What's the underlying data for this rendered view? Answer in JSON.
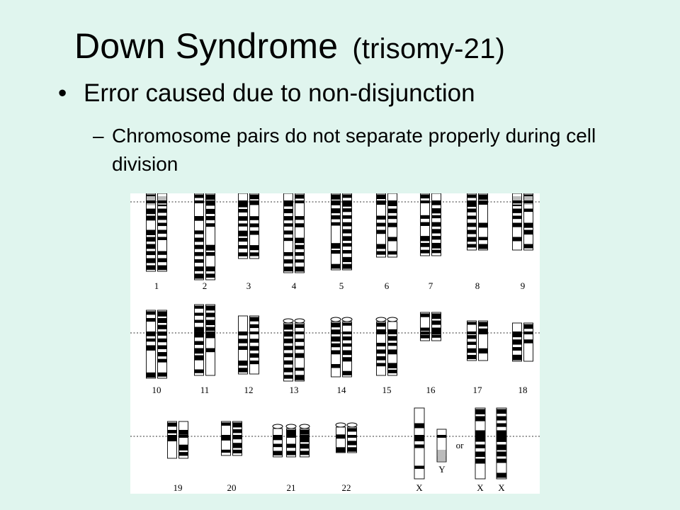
{
  "slide": {
    "title_main": "Down Syndrome",
    "title_sub": "(trisomy-21)",
    "bullet_marker": "•",
    "bullet_1": "Error caused due to non-disjunction",
    "sub_marker": "–",
    "bullet_2": "Chromosome pairs do not separate properly during cell division"
  },
  "karyotype": {
    "row1": [
      "1",
      "2",
      "3",
      "4",
      "5",
      "6",
      "7",
      "8",
      "9"
    ],
    "row2": [
      "10",
      "11",
      "12",
      "13",
      "14",
      "15",
      "16",
      "17",
      "18"
    ],
    "row3": [
      "19",
      "20",
      "21",
      "22"
    ],
    "sex": [
      "X",
      "Y",
      "or",
      "X",
      "X"
    ]
  },
  "colors": {
    "background": "#e0f5ee",
    "figure_background": "#ffffff",
    "band": "#000000"
  }
}
